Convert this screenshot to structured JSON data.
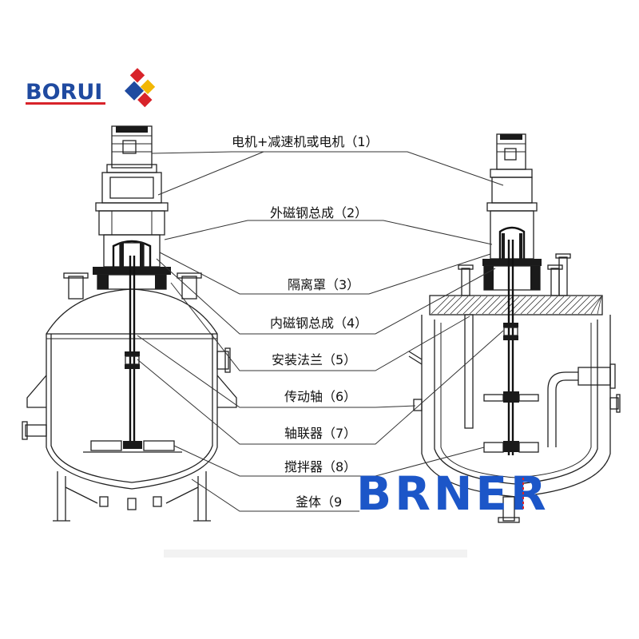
{
  "logo": {
    "text": "BORUI",
    "underline_color": "#d8232a",
    "text_color": "#1f4aa0",
    "mark_colors": [
      "#d8232a",
      "#f2b705",
      "#1f4aa0"
    ]
  },
  "watermark": {
    "text": "BRNER",
    "color": "#1c56c8",
    "accent_color": "#d8232a"
  },
  "labels": [
    {
      "text": "电机+减速机或电机（1）"
    },
    {
      "text": "外磁钢总成（2）"
    },
    {
      "text": "隔离罩（3）"
    },
    {
      "text": "内磁钢总成（4）"
    },
    {
      "text": "安装法兰（5）"
    },
    {
      "text": "传动轴（6）"
    },
    {
      "text": "轴联器（7）"
    },
    {
      "text": "搅拌器（8）"
    },
    {
      "text": "釜体（9"
    }
  ]
}
